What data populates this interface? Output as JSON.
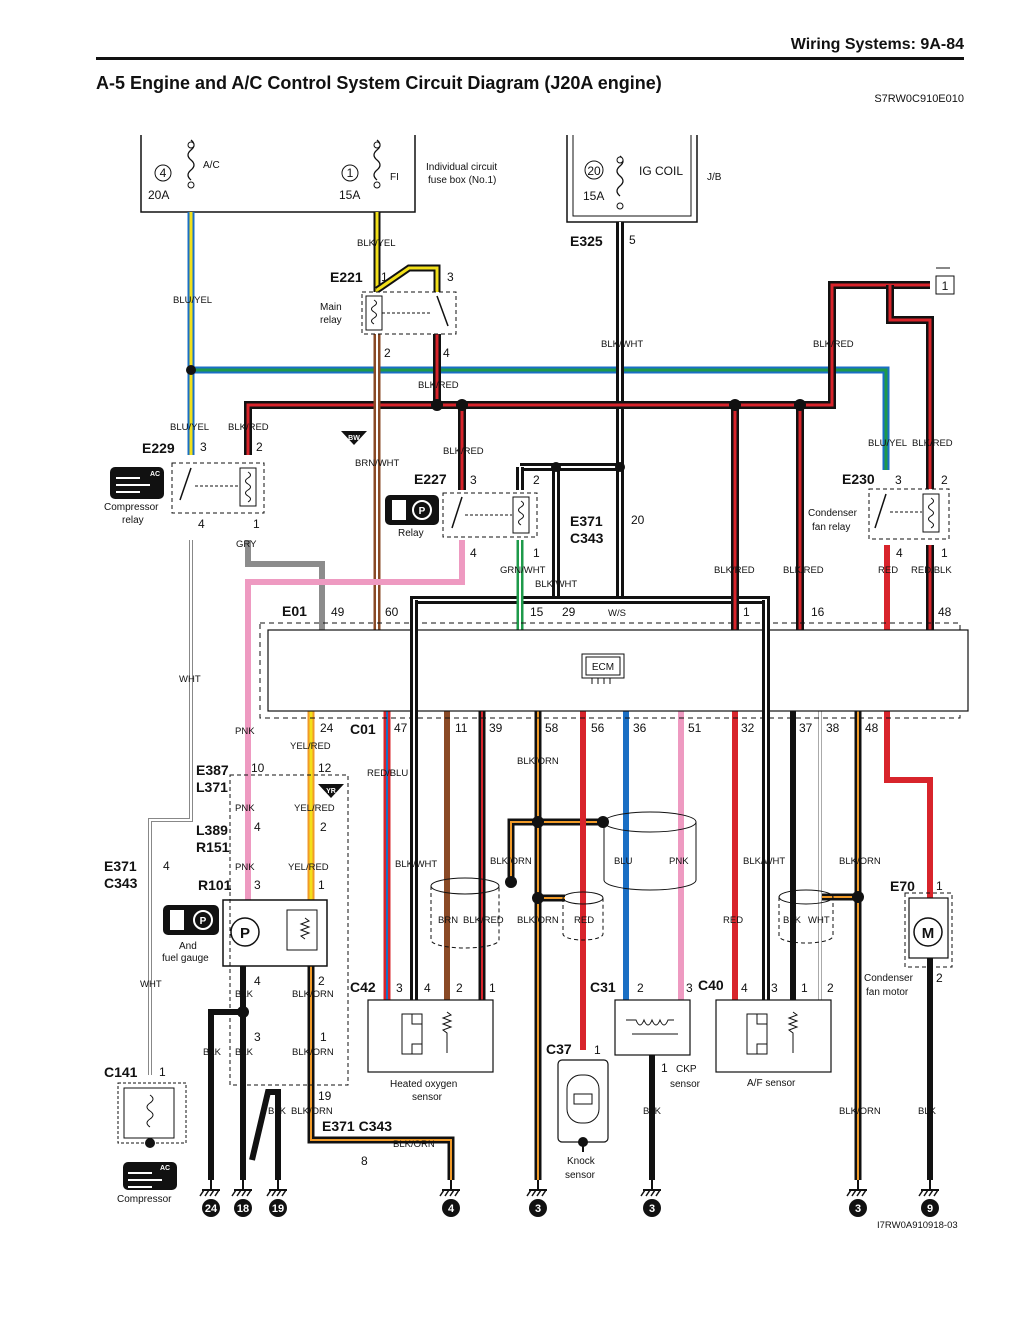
{
  "header": {
    "section": "Wiring Systems:   9A-84",
    "title": "A-5 Engine and A/C Control System Circuit Diagram (J20A engine)",
    "code": "S7RW0C910E010"
  },
  "footer_code": "I7RW0A910918-03",
  "fuses": {
    "ac": {
      "num": "4",
      "name": "A/C",
      "amp": "20A"
    },
    "fi": {
      "num": "1",
      "name": "FI",
      "amp": "15A"
    },
    "box_label": [
      "Individual circuit",
      "fuse box (No.1)"
    ],
    "igcoil": {
      "num": "20",
      "name": "IG COIL",
      "amp": "15A"
    },
    "jb": "J/B"
  },
  "connectors": {
    "e325": "E325",
    "e221": "E221",
    "e229": "E229",
    "e227": "E227",
    "e230": "E230",
    "e371_c343": [
      "E371",
      "C343"
    ],
    "e01": "E01",
    "c01": "C01",
    "e387_l371": [
      "E387",
      "L371"
    ],
    "l389_r151": [
      "L389",
      "R151"
    ],
    "e371b_c343b": [
      "E371",
      "C343"
    ],
    "r101": "R101",
    "c141": "C141",
    "c42": "C42",
    "c31": "C31",
    "c40": "C40",
    "c37": "C37",
    "e70": "E70",
    "e371c_c343c": "E371 C343"
  },
  "components": {
    "main_relay": [
      "Main",
      "relay"
    ],
    "compressor_relay": [
      "Compressor",
      "relay"
    ],
    "relay": "Relay",
    "condenser_fan_relay": [
      "Condenser",
      "fan relay"
    ],
    "ecm": "ECM",
    "fuel_gauge": [
      "And",
      "fuel gauge"
    ],
    "compressor": "Compressor",
    "heated_o2": [
      "Heated oxygen",
      "sensor"
    ],
    "ckp": [
      "CKP",
      "sensor"
    ],
    "af_sensor": "A/F sensor",
    "knock": [
      "Knock",
      "sensor"
    ],
    "fan_motor": [
      "Condenser",
      "fan motor"
    ],
    "pump_symbol": "P",
    "motor_symbol": "M",
    "ws": "W/S"
  },
  "wire_labels": {
    "blk_yel": "BLK/YEL",
    "blu_yel": "BLU/YEL",
    "blk_wht": "BLK/WHT",
    "blk_red": "BLK/RED",
    "brn_wht": "BRN/WHT",
    "gry": "GRY",
    "wht": "WHT",
    "pnk": "PNK",
    "yel_red": "YEL/RED",
    "grn_wht": "GRN/WHT",
    "red": "RED",
    "red_blk": "RED/BLK",
    "red_blu": "RED/BLU",
    "blk_orn": "BLK/ORN",
    "blu": "BLU",
    "blk": "BLK",
    "brn": "BRN",
    "wht2": "WHT",
    "bw_flag": "BW",
    "yr_flag": "YR"
  },
  "pins": {
    "e325": "5",
    "e221_1": "1",
    "e221_3": "3",
    "e221_2": "2",
    "e221_4": "4",
    "e229_3": "3",
    "e229_2": "2",
    "e229_4": "4",
    "e229_1": "1",
    "e227_3": "3",
    "e227_2": "2",
    "e227_4": "4",
    "e227_1": "1",
    "e230_3": "3",
    "e230_2": "2",
    "e230_4": "4",
    "e230_1": "1",
    "e371": "20",
    "e01": [
      "49",
      "60",
      "15",
      "29",
      "1",
      "16",
      "48"
    ],
    "c01": [
      "24",
      "47",
      "11",
      "39",
      "58",
      "56",
      "36",
      "51",
      "32",
      "37",
      "38",
      "48"
    ],
    "e387": [
      "10",
      "12"
    ],
    "l389": [
      "4",
      "2"
    ],
    "e371b": "4",
    "r101": [
      "3",
      "1",
      "4",
      "2",
      "3",
      "1",
      "19"
    ],
    "c141": "1",
    "c42": [
      "3",
      "4",
      "2",
      "1"
    ],
    "c31": [
      "2",
      "3"
    ],
    "c31_1": "1",
    "c40": [
      "4",
      "3",
      "1",
      "2"
    ],
    "c37": "1",
    "e70": [
      "1",
      "2"
    ],
    "e371c": "8",
    "out1": "1"
  },
  "grounds": [
    "24",
    "18",
    "19",
    "4",
    "3",
    "3",
    "3",
    "9"
  ],
  "colors": {
    "blk": "#111111",
    "red": "#d8242b",
    "yel": "#f2e01a",
    "blu": "#1a6fc4",
    "grn": "#1e9a4a",
    "pnk": "#ee9ac1",
    "gry": "#8c8c8c",
    "brn": "#8a4a26",
    "orn": "#f09a28"
  }
}
